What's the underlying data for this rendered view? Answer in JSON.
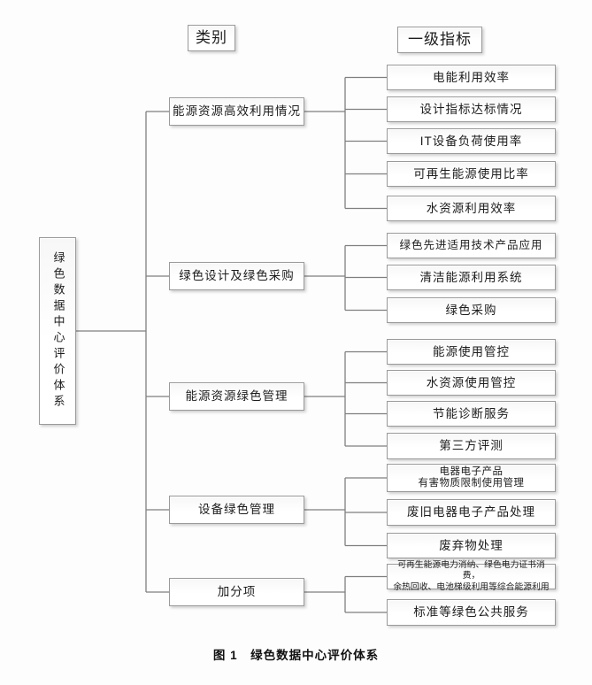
{
  "diagram": {
    "headers": {
      "category": "类别",
      "indicator": "一级指标"
    },
    "root": "绿色数据中心评价体系",
    "groups": [
      {
        "category": "能源资源高效利用情况",
        "indicators": [
          "电能利用效率",
          "设计指标达标情况",
          "IT设备负荷使用率",
          "可再生能源使用比率",
          "水资源利用效率"
        ]
      },
      {
        "category": "绿色设计及绿色采购",
        "indicators": [
          "绿色先进适用技术产品应用",
          "清洁能源利用系统",
          "绿色采购"
        ]
      },
      {
        "category": "能源资源绿色管理",
        "indicators": [
          "能源使用管控",
          "水资源使用管控",
          "节能诊断服务",
          "第三方评测"
        ]
      },
      {
        "category": "设备绿色管理",
        "indicators": [
          "电器电子产品\n有害物质限制使用管理",
          "废旧电器电子产品处理",
          "废弃物处理"
        ]
      },
      {
        "category": "加分项",
        "indicators": [
          "可再生能源电力消纳、绿色电力证书消费，\n余热回收、电池梯级利用等综合能源利用",
          "标准等绿色公共服务"
        ]
      }
    ],
    "caption": "图 1　绿色数据中心评价体系",
    "line_color": "#7f7f7f"
  }
}
